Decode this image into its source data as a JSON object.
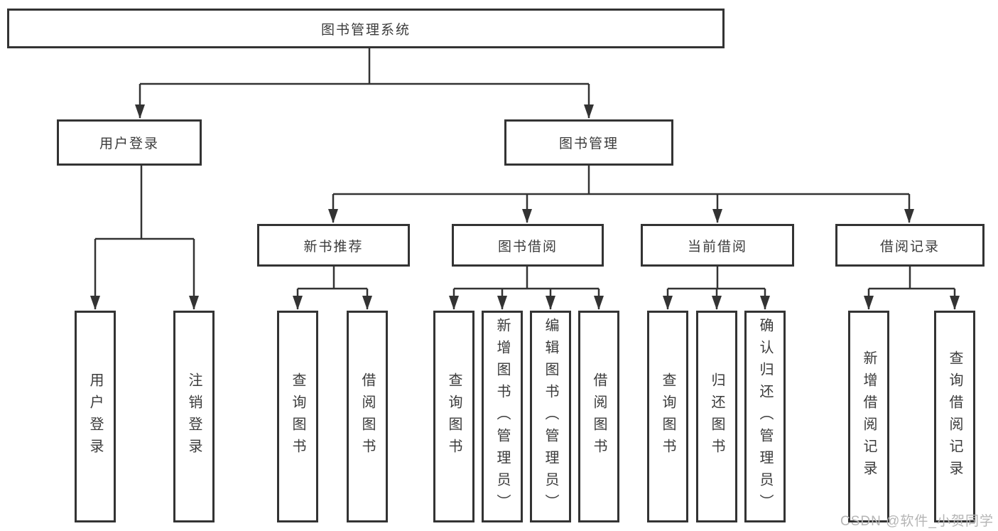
{
  "colors": {
    "line": "#333333",
    "text": "#3b3b3b",
    "background": "#ffffff",
    "watermark": "#b5b5b5"
  },
  "tree": {
    "root": {
      "label": "图书管理系统",
      "children": [
        {
          "label": "用户登录",
          "children": [
            {
              "label": "用户登录"
            },
            {
              "label": "注销登录"
            }
          ]
        },
        {
          "label": "图书管理",
          "children": [
            {
              "label": "新书推荐",
              "children": [
                {
                  "label": "查询图书"
                },
                {
                  "label": "借阅图书"
                }
              ]
            },
            {
              "label": "图书借阅",
              "children": [
                {
                  "label": "查询图书"
                },
                {
                  "label": "新增图书（管理员）"
                },
                {
                  "label": "编辑图书（管理员）"
                },
                {
                  "label": "借阅图书"
                }
              ]
            },
            {
              "label": "当前借阅",
              "children": [
                {
                  "label": "查询图书"
                },
                {
                  "label": "归还图书"
                },
                {
                  "label": "确认归还（管理员）"
                }
              ]
            },
            {
              "label": "借阅记录",
              "children": [
                {
                  "label": "新增借阅记录"
                },
                {
                  "label": "查询借阅记录"
                }
              ]
            }
          ]
        }
      ]
    }
  },
  "watermark": {
    "text": "CSDN @软件_小贺同学"
  }
}
